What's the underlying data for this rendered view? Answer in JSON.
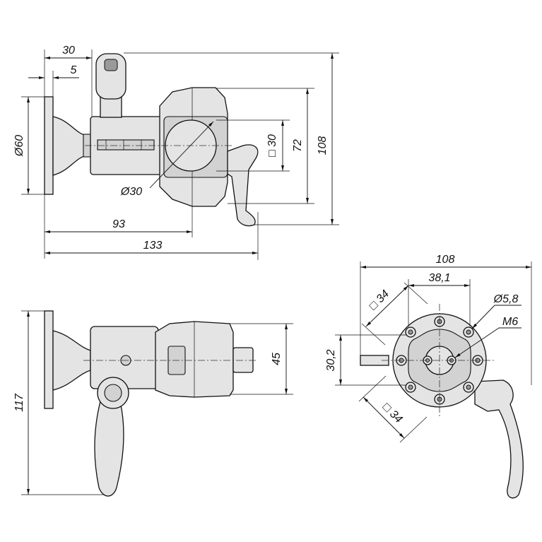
{
  "top_view": {
    "dim_30": "30",
    "dim_5": "5",
    "dim_dia60": "Ø60",
    "dim_dia30": "Ø30",
    "dim_93": "93",
    "dim_133": "133",
    "dim_sq30": "□ 30",
    "dim_72": "72",
    "dim_108": "108"
  },
  "side_view": {
    "dim_117": "117",
    "dim_45": "45"
  },
  "end_view": {
    "dim_108": "108",
    "dim_38_1": "38,1",
    "dim_sq34_top": "□ 34",
    "dim_dia5_8": "Ø5,8",
    "dim_m6": "M6",
    "dim_30_2": "30,2",
    "dim_sq34_bottom": "□ 34"
  }
}
